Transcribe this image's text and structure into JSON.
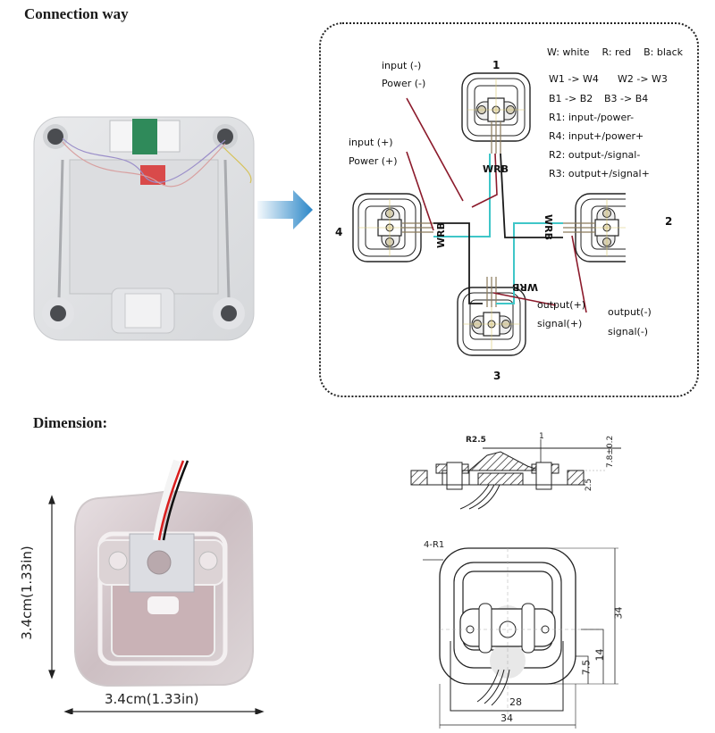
{
  "sections": {
    "connection_title": "Connection way",
    "dimension_title": "Dimension:"
  },
  "legend": {
    "color_key": [
      {
        "code": "W",
        "label": "W: white"
      },
      {
        "code": "R",
        "label": "R: red"
      },
      {
        "code": "B",
        "label": "B: black"
      }
    ],
    "rules": [
      "W1 -> W4",
      "W2 -> W3",
      "B1 -> B2",
      "B3 -> B4",
      "R1: input-/power-",
      "R4: input+/power+",
      "R2: output-/signal-",
      "R3: output+/signal+"
    ]
  },
  "wiring_diagram": {
    "sensors": [
      {
        "number": "1",
        "wire_label": "WRB"
      },
      {
        "number": "2",
        "wire_label": "WRB"
      },
      {
        "number": "3",
        "wire_label": "WRB"
      },
      {
        "number": "4",
        "wire_label": "WRB"
      }
    ],
    "annotations": {
      "input_minus": "input (-)",
      "power_minus": "Power (-)",
      "input_plus": "input (+)",
      "power_plus": "Power (+)",
      "output_plus": "output(+)",
      "signal_plus": "signal(+)",
      "output_minus": "output(-)",
      "signal_minus": "signal(-)"
    },
    "wire_colors": {
      "white_wire": "#3fc6c8",
      "black_wire": "#1a1a1a",
      "red_leader": "#8b1a2b"
    }
  },
  "photo_dimensions": {
    "height_label": "3.4cm(1.33in)",
    "width_label": "3.4cm(1.33in)"
  },
  "technical_drawing": {
    "side_view": {
      "radius_label": "R2.5",
      "thickness_label": "1",
      "base_height_label": "2.5",
      "total_height_label": "7.8±0.2"
    },
    "top_view": {
      "corner_radius_label": "4-R1",
      "height_label": "34",
      "inner_height_label": "14",
      "small_height_label": "7.5",
      "inner_width_label": "28",
      "width_label": "34"
    }
  },
  "arrow": {
    "icon": "right-arrow-icon",
    "color": "#2b87c8"
  }
}
